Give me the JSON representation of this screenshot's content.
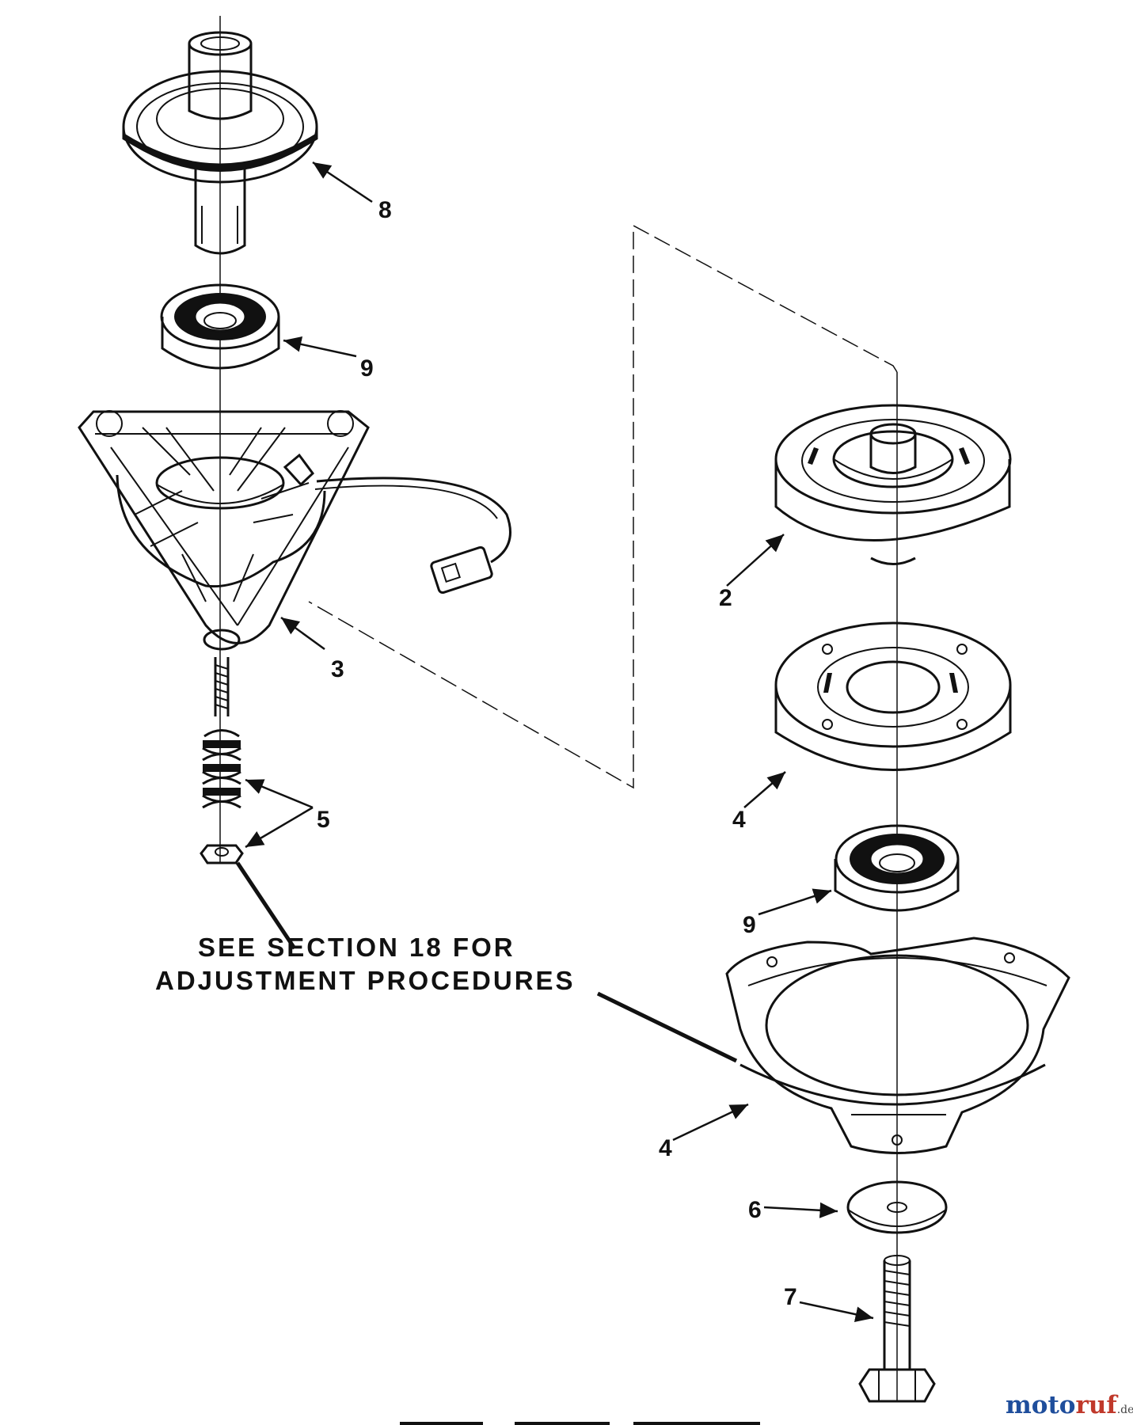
{
  "callouts": {
    "c8": "8",
    "c9_top": "9",
    "c3": "3",
    "c5": "5",
    "c2": "2",
    "c4_pulley": "4",
    "c9_bottom": "9",
    "c4_shield": "4",
    "c6": "6",
    "c7": "7"
  },
  "note": {
    "line1": "SEE SECTION 18 FOR",
    "line2": "ADJUSTMENT PROCEDURES"
  },
  "watermark": {
    "part1": "moto",
    "part2": "ruf",
    "suffix": ".de"
  },
  "colors": {
    "line": "#111111",
    "watermark_blue": "#1f4e9c",
    "watermark_red": "#c0392b"
  }
}
